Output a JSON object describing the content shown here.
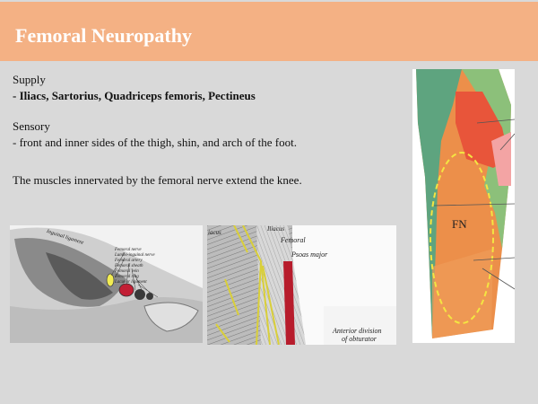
{
  "slide": {
    "title": "Femoral Neuropathy",
    "supply_heading": "Supply",
    "supply_text": "- Iliacs, Sartorius, Quadriceps femoris, Pectineus",
    "sensory_heading": "Sensory",
    "sensory_text": "- front and inner sides of the thigh, shin, and arch of the foot.",
    "note": "The muscles innervated by the femoral nerve extend the knee."
  },
  "figure_left": {
    "labels": [
      "Femoral nerve",
      "Lumbo-inguinal nerve",
      "Femoral artery",
      "Femoral sheath",
      "Femoral vein",
      "Femoral ring",
      "Lacunar ligament"
    ],
    "ligament_label": "Inguinal ligament"
  },
  "figure_middle": {
    "top_labels": [
      "Iliacus",
      "iacus"
    ],
    "femoral_label": "Femoral",
    "psoas_label": "Psoas major",
    "division_label_1": "Anterior division",
    "division_label_2": "of obturator"
  },
  "figure_right": {
    "fn_label": "FN"
  },
  "colors": {
    "title_bar": "#f4b184",
    "background": "#d9d9d9",
    "leg_green": "#5ea47f",
    "leg_red": "#e8553a",
    "leg_orange": "#ec8f4a",
    "nerve_yellow": "#f4e542"
  }
}
